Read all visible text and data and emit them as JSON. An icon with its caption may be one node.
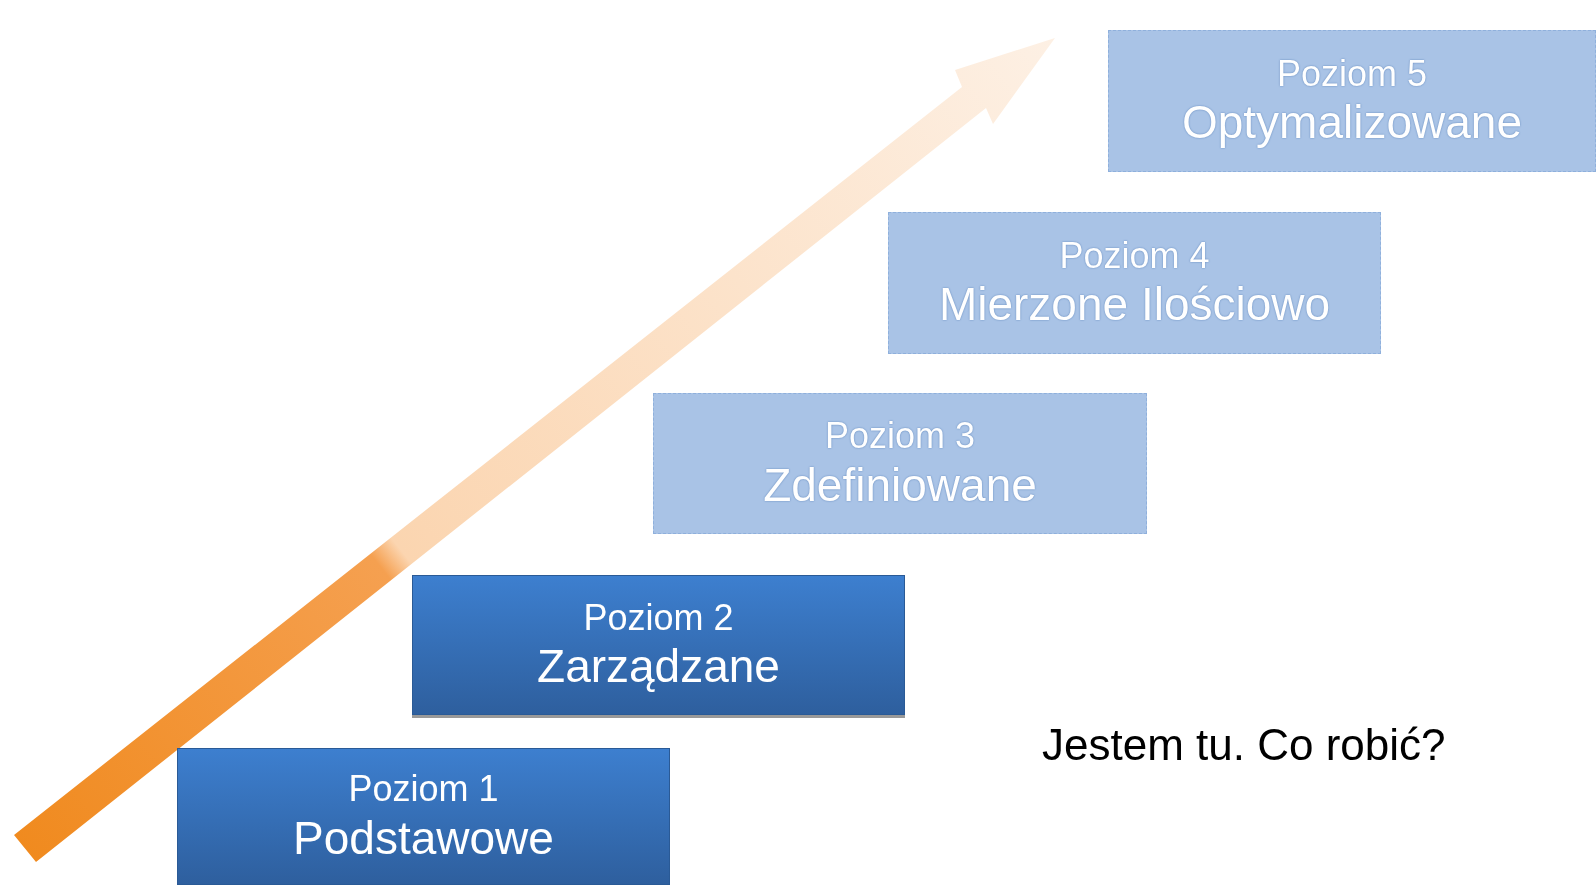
{
  "diagram": {
    "nodes": [
      {
        "text": [
          "Poziom 1",
          "Podstawowe"
        ]
      },
      {
        "text": [
          "Poziom 2",
          "Zarządzane"
        ]
      },
      {
        "text": [
          "Poziom 3",
          "Zdefiniowane"
        ]
      },
      {
        "text": [
          "Poziom 4",
          "Mierzone Ilościowo"
        ]
      },
      {
        "text": [
          "Poziom 5",
          "Optymalizowane"
        ]
      }
    ],
    "edges": [],
    "labels": [
      "Jestem tu. Co robić?"
    ]
  }
}
